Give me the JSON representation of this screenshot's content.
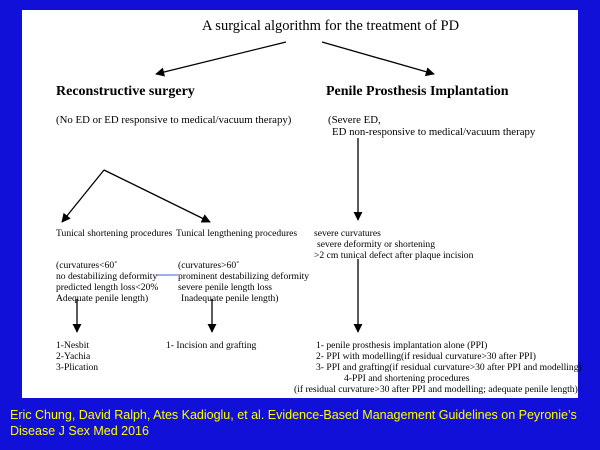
{
  "diagram": {
    "title": "A surgical algorithm for the treatment of PD",
    "left_branch": {
      "heading": "Reconstructive surgery",
      "criteria": "(No ED or ED responsive to medical/vacuum therapy)",
      "shortening": {
        "label": "Tunical shortening procedures",
        "conditions": [
          "(curvatures<60˚",
          "no destabilizing deformity",
          "predicted length loss<20%",
          "Adequate penile length)"
        ],
        "procedures": [
          "1-Nesbit",
          "2-Yachia",
          "3-Plication"
        ]
      },
      "lengthening": {
        "label": "Tunical lengthening procedures",
        "conditions": [
          "(curvatures>60˚",
          "prominent destabilizing deformity",
          "severe penile length loss",
          "Inadequate penile length)"
        ],
        "procedures": [
          "1- Incision and grafting"
        ]
      }
    },
    "right_branch": {
      "heading": "Penile Prosthesis Implantation",
      "criteria": [
        "(Severe ED,",
        "ED non-responsive to medical/vacuum therapy"
      ],
      "conditions": [
        "severe curvatures",
        "severe deformity or shortening",
        ">2 cm tunical defect after plaque incision"
      ],
      "procedures": [
        "1- penile prosthesis implantation alone (PPI)",
        "2- PPI with modelling(if residual curvature>30 after PPI)",
        "3- PPI and grafting(if residual curvature>30 after PPI and modelling)",
        "4-PPI and shortening procedures",
        "(if residual curvature>30 after PPI and modelling; adequate penile length)"
      ]
    }
  },
  "citation": "Eric Chung, David Ralph, Ates Kadioglu, et al. Evidence-Based Management Guidelines on Peyronie’s Disease J Sex Med 2016",
  "colors": {
    "background": "#1010d8",
    "panel": "#ffffff",
    "citation_text": "#ffff00"
  }
}
